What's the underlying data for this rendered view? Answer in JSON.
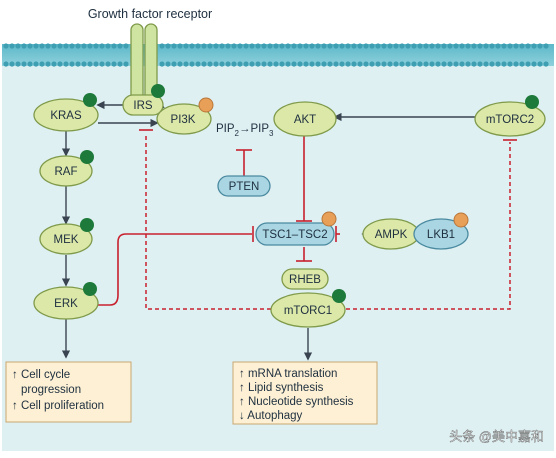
{
  "receptor": {
    "title": "Growth factor receptor"
  },
  "nodes": {
    "irs": "IRS",
    "kras": "KRAS",
    "pi3k": "PI3K",
    "akt": "AKT",
    "mtorc2": "mTORC2",
    "raf": "RAF",
    "mek": "MEK",
    "erk": "ERK",
    "pten": "PTEN",
    "tsc": "TSC1–TSC2",
    "ampk": "AMPK",
    "lkb1": "LKB1",
    "rheb": "RHEB",
    "mtorc1": "mTORC1"
  },
  "pip": {
    "base1": "PIP",
    "sub1": "2",
    "arrow": "→",
    "base2": "PIP",
    "sub2": "3"
  },
  "outcome_left": {
    "line1": "↑ Cell cycle",
    "line2": "progression",
    "line3": "↑ Cell proliferation"
  },
  "outcome_right": {
    "line1": "↑ mRNA translation",
    "line2": "↑ Lipid synthesis",
    "line3": "↑ Nucleotide synthesis",
    "line4": "↓ Autophagy"
  },
  "watermark": "头条 @美中嘉和",
  "colors": {
    "background": "#dff0f3",
    "membrane": "#5cb8c8",
    "node_fill": "#dce8a8",
    "node_stroke": "#7e9a4a",
    "node_blue": "#a9d6e2",
    "dot_green": "#1e7a3a",
    "dot_orange": "#e8a058",
    "inhibit_red": "#c8202e",
    "outcome_fill": "#fdf0d4"
  }
}
